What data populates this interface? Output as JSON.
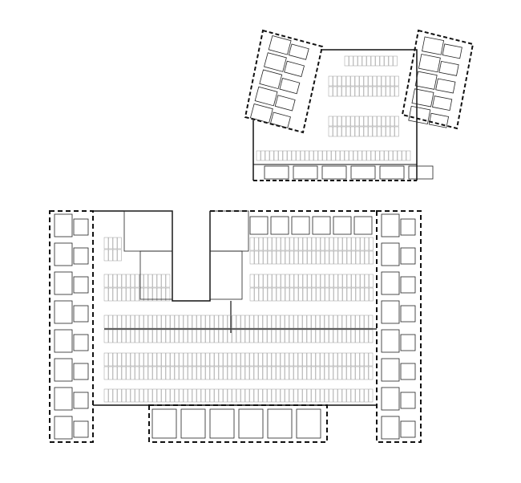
{
  "colors": {
    "background": "#ffffff",
    "wall": "#111111",
    "stall": "#9a9a9a"
  },
  "drawings": [
    {
      "kind": "floor-plan",
      "part": "upper"
    },
    {
      "kind": "floor-plan",
      "part": "lower"
    }
  ]
}
